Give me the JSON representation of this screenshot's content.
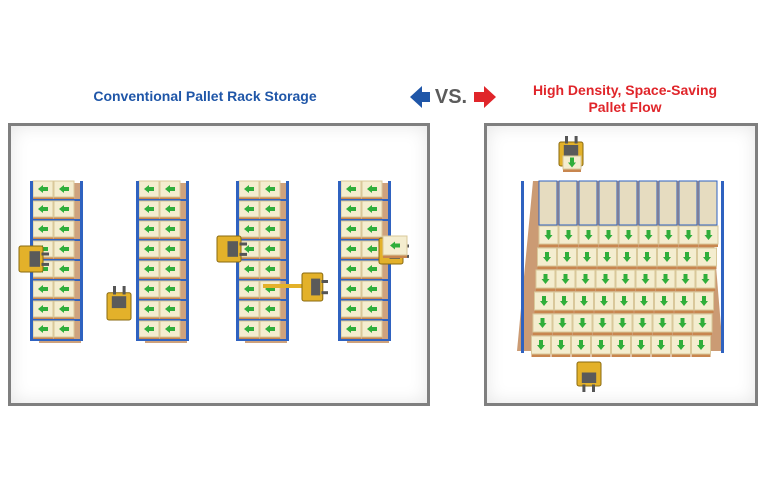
{
  "header": {
    "left_title": "Conventional Pallet Rack Storage",
    "vs_label": "VS.",
    "right_title_line1": "High Density, Space-Saving",
    "right_title_line2": "Pallet Flow"
  },
  "colors": {
    "left_title": "#1f56a8",
    "right_title": "#e0252a",
    "vs_text": "#5b5b5b",
    "arrow_left": "#1f56a8",
    "arrow_right": "#e0252a",
    "box": "#f4edcf",
    "box_side": "#d9c89a",
    "pallet": "#c8864f",
    "rack": "#2f62c0",
    "green_arrow": "#2fae3a",
    "forklift": "#e3b12a"
  },
  "icons": {
    "left_arrow": "arrow-left-icon",
    "right_arrow": "arrow-right-icon",
    "forklift": "forklift-icon",
    "rack": "rack-icon"
  }
}
